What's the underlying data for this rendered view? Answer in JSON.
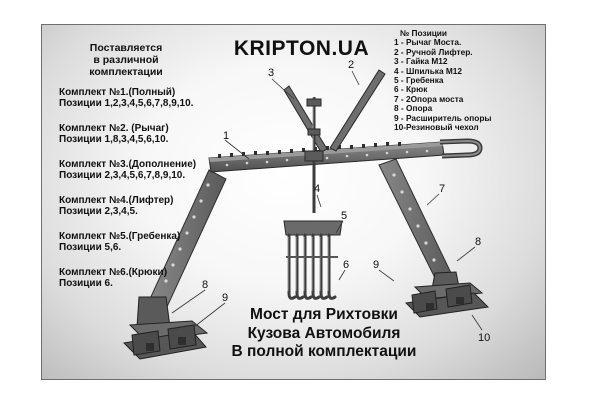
{
  "brand": "KRIPTON.UA",
  "header": [
    "Поставляется",
    "в различной",
    "комплектации"
  ],
  "kits": [
    {
      "title": "Комплект №1.(Полный)",
      "parts": "Позиции 1,2,3,4,5,6,7,8,9,10."
    },
    {
      "title": "Комплект №2. (Рычаг)",
      "parts": "Позиции 1,8,3,4,5,6,10."
    },
    {
      "title": "Комплект №3.(Дополнение)",
      "parts": "Позиции 2,3,4,5,6,7,8,9,10."
    },
    {
      "title": "Комплект №4.(Лифтер)",
      "parts": "Позиции 2,3,4,5."
    },
    {
      "title": "Комплект №5.(Гребенка)",
      "parts": "Позиции 5,6."
    },
    {
      "title": "Комплект №6.(Крюки)",
      "parts": "Позиции 6."
    }
  ],
  "legend": {
    "heading": "№   Позиции",
    "items": [
      "1 - Рычаг Моста.",
      "2 - Ручной Лифтер.",
      "3 - Гайка М12",
      "4 - Шпилька М12",
      "5 - Гребенка",
      "6 - Крюк",
      "7 - 2Опора моста",
      "8 - Опора",
      "9 - Расширитель опоры",
      "10-Резиновый чехол"
    ]
  },
  "caption": [
    "Мост для Рихтовки",
    "Кузова Автомобиля",
    "В полной комплектации"
  ],
  "callouts": [
    "1",
    "2",
    "3",
    "4",
    "5",
    "6",
    "7",
    "8",
    "9",
    "8",
    "9",
    "10"
  ]
}
